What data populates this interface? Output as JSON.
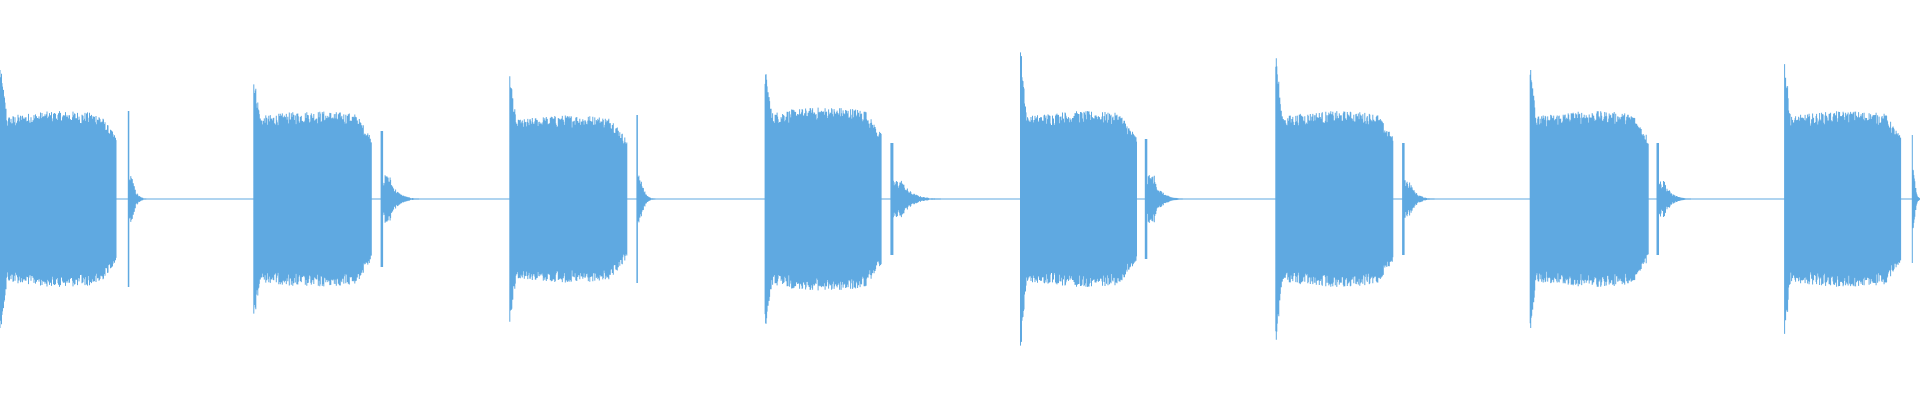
{
  "waveform": {
    "color": "#5fa9e1",
    "background": "#ffffff",
    "segments": [
      {
        "type": "burst",
        "start": 0.0,
        "end": 0.0605,
        "peak": 0.34,
        "body": 0.22,
        "attack": 0.0035,
        "tail": 0.0085
      },
      {
        "type": "click",
        "start": 0.0668,
        "end": 0.0761,
        "peak": 0.22,
        "body": 0.05
      },
      {
        "type": "burst",
        "start": 0.1322,
        "end": 0.1935,
        "peak": 0.31,
        "body": 0.22,
        "attack": 0.0031,
        "tail": 0.008
      },
      {
        "type": "click",
        "start": 0.1985,
        "end": 0.2182,
        "peak": 0.17,
        "body": 0.05
      },
      {
        "type": "burst",
        "start": 0.2655,
        "end": 0.3265,
        "peak": 0.32,
        "body": 0.21,
        "attack": 0.003,
        "tail": 0.008
      },
      {
        "type": "click",
        "start": 0.3317,
        "end": 0.3411,
        "peak": 0.21,
        "body": 0.05
      },
      {
        "type": "burst",
        "start": 0.3985,
        "end": 0.459,
        "peak": 0.33,
        "body": 0.23,
        "attack": 0.0032,
        "tail": 0.0085
      },
      {
        "type": "click",
        "start": 0.464,
        "end": 0.49,
        "peak": 0.14,
        "body": 0.04
      },
      {
        "type": "burst",
        "start": 0.5315,
        "end": 0.592,
        "peak": 0.39,
        "body": 0.22,
        "attack": 0.0031,
        "tail": 0.0085
      },
      {
        "type": "click",
        "start": 0.5965,
        "end": 0.616,
        "peak": 0.15,
        "body": 0.05
      },
      {
        "type": "burst",
        "start": 0.6645,
        "end": 0.7255,
        "peak": 0.38,
        "body": 0.22,
        "attack": 0.003,
        "tail": 0.0082
      },
      {
        "type": "click",
        "start": 0.7305,
        "end": 0.747,
        "peak": 0.14,
        "body": 0.04
      },
      {
        "type": "burst",
        "start": 0.797,
        "end": 0.8585,
        "peak": 0.36,
        "body": 0.22,
        "attack": 0.003,
        "tail": 0.008
      },
      {
        "type": "click",
        "start": 0.863,
        "end": 0.8805,
        "peak": 0.14,
        "body": 0.04
      },
      {
        "type": "burst",
        "start": 0.9295,
        "end": 0.99,
        "peak": 0.35,
        "body": 0.22,
        "attack": 0.003,
        "tail": 0.008
      },
      {
        "type": "click",
        "start": 0.996,
        "end": 1.0,
        "peak": 0.16,
        "body": 0.08
      }
    ]
  }
}
